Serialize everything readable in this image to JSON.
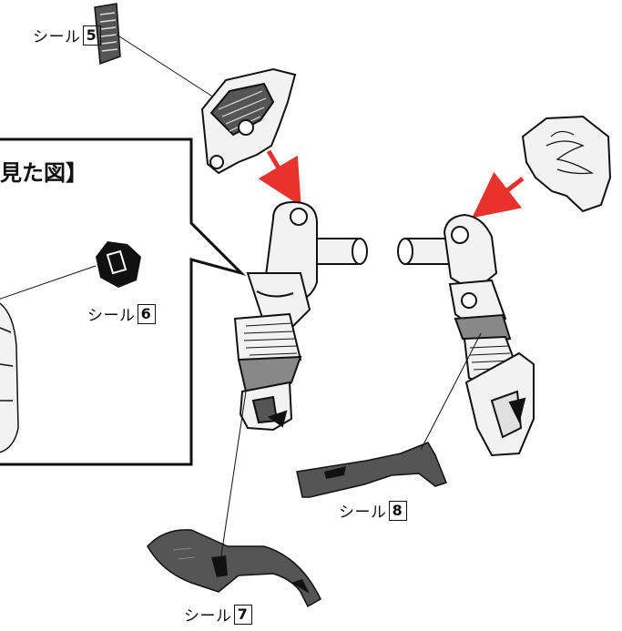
{
  "callout": {
    "title": "見た図】"
  },
  "stickers": {
    "s5": {
      "text": "シール",
      "num": "5"
    },
    "s6": {
      "text": "シール",
      "num": "6"
    },
    "s7": {
      "text": "シール",
      "num": "7"
    },
    "s8": {
      "text": "シール",
      "num": "8"
    }
  },
  "colors": {
    "arrow": "#e8322b",
    "sticker_fill": "#555555",
    "line": "#111111",
    "light_fill": "#f2f2f2"
  }
}
